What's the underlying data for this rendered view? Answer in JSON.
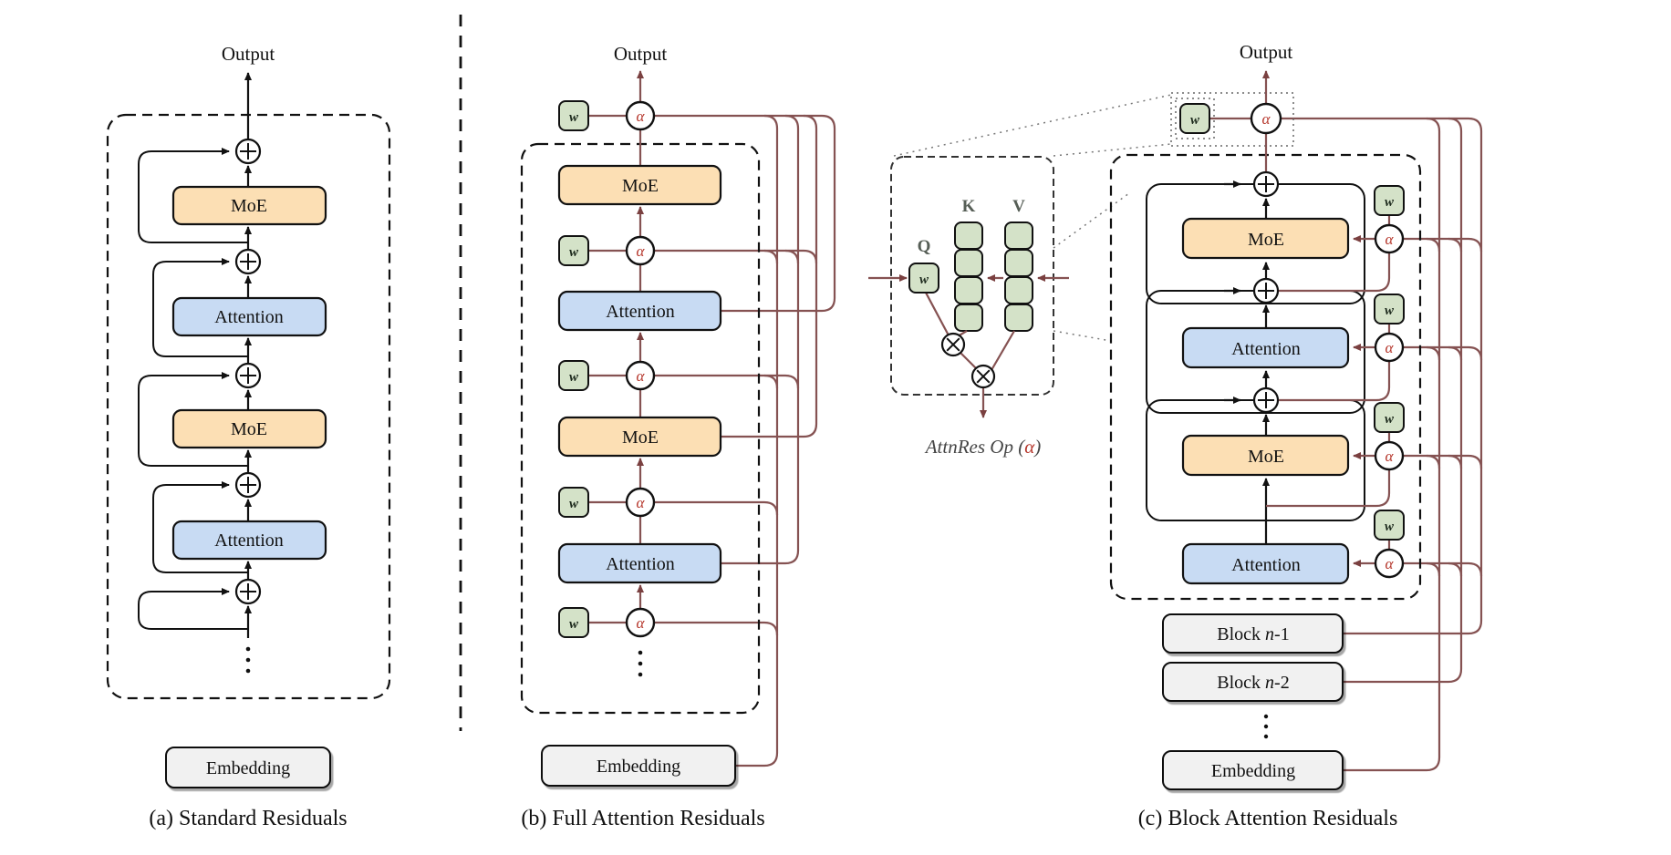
{
  "labels": {
    "output": "Output",
    "moe": "MoE",
    "attention": "Attention",
    "embedding": "Embedding"
  },
  "glyphs": {
    "w": "w",
    "alpha": "α",
    "q": "Q",
    "k": "K",
    "v": "V"
  },
  "panel_a": {
    "caption": "(a) Standard Residuals"
  },
  "panel_b": {
    "caption": "(b) Full Attention Residuals"
  },
  "panel_c": {
    "caption": "(c) Block Attention Residuals",
    "block1": {
      "prefix": "Block ",
      "var": "n",
      "suffix": "-1"
    },
    "block2": {
      "prefix": "Block ",
      "var": "n",
      "suffix": "-2"
    }
  },
  "detail": {
    "op": {
      "prefix": "AttnRes Op (",
      "alpha": "α",
      "suffix": ")"
    }
  },
  "colors": {
    "moe_fill": "#fcdfb4",
    "attention_fill": "#c8dbf3",
    "green_fill": "#d4e2c8",
    "gray_fill": "#f1f1f1",
    "line": "#111111",
    "residual_line": "#855252",
    "alpha_red": "#b5362b"
  }
}
